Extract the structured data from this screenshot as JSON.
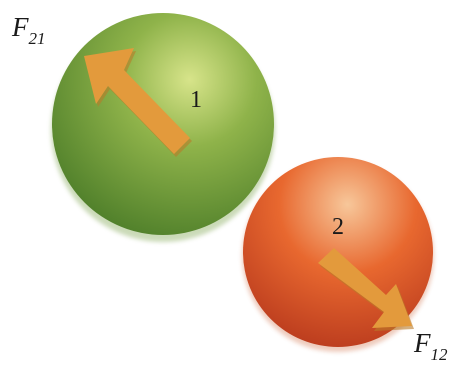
{
  "labels": {
    "force_top": {
      "main": "F",
      "sub": "21"
    },
    "force_bottom": {
      "main": "F",
      "sub": "12"
    },
    "ball_1": "1",
    "ball_2": "2"
  },
  "colors": {
    "ball_1_highlight": "#d7e48a",
    "ball_1_mid": "#8fb34a",
    "ball_1_edge": "#4f7f2a",
    "ball_2_highlight": "#f7c79a",
    "ball_2_mid": "#e8682f",
    "ball_2_edge": "#b8391d",
    "arrow": "#e39a3c",
    "arrow_shadow": "#b97b2a",
    "text": "#1a1a1a"
  }
}
